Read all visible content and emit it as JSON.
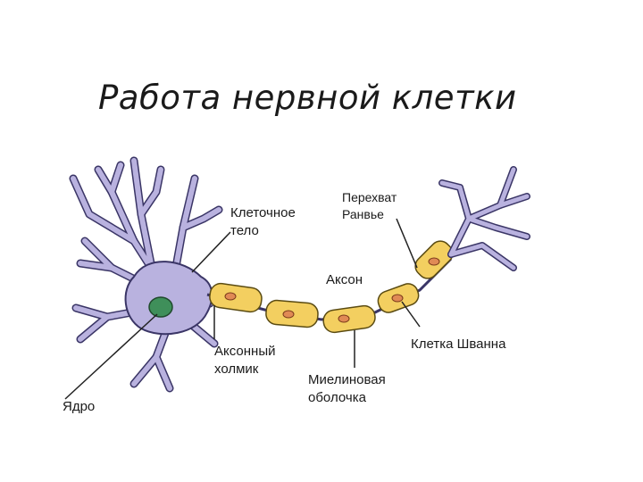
{
  "title": "Работа нервной клетки",
  "labels": {
    "cell_body_1": "Клеточное",
    "cell_body_2": "тело",
    "node_1": "Перехват",
    "node_2": "Ранвье",
    "axon": "Аксон",
    "hillock_1": "Аксонный",
    "hillock_2": "холмик",
    "schwann": "Клетка Шванна",
    "nucleus": "Ядро",
    "myelin_1": "Миелиновая",
    "myelin_2": "оболочка"
  },
  "colors": {
    "neuron_fill": "#b9b2df",
    "neuron_stroke": "#3a3566",
    "nucleus": "#3f8f5a",
    "myelin_fill": "#f3cf60",
    "myelin_dot": "#e08a55",
    "line": "#222222"
  }
}
